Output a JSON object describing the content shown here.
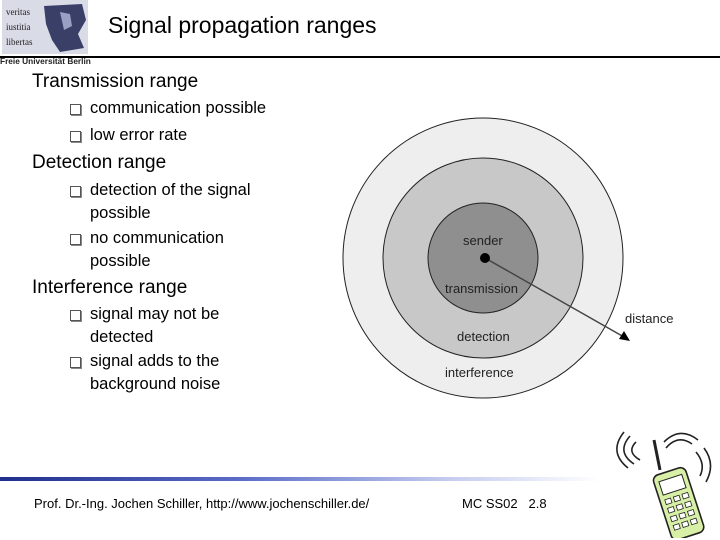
{
  "header": {
    "logo_lines": [
      "veritas",
      "iustitia",
      "libertas"
    ],
    "university": "Freie Universität Berlin",
    "title": "Signal propagation ranges"
  },
  "sections": [
    {
      "heading": "Transmission range",
      "bullets": [
        [
          "communication possible"
        ],
        [
          "low error rate"
        ]
      ]
    },
    {
      "heading": "Detection range",
      "bullets": [
        [
          "detection of the signal",
          "possible"
        ],
        [
          "no communication",
          "possible"
        ]
      ]
    },
    {
      "heading": "Interference range",
      "bullets": [
        [
          "signal may not be",
          "detected"
        ],
        [
          "signal adds to the",
          "background noise"
        ]
      ]
    }
  ],
  "diagram": {
    "labels": {
      "sender": "sender",
      "transmission": "transmission",
      "detection": "detection",
      "interference": "interference",
      "distance": "distance"
    },
    "colors": {
      "interference_ring": "#eeeeee",
      "detection_ring": "#c8c8c8",
      "transmission_ring": "#8f8f8f",
      "sender": "#000000",
      "distance_line": "#444444"
    }
  },
  "footer": {
    "author": "Prof. Dr.-Ing. Jochen Schiller, http://www.jochenschiller.de/",
    "course": "MC SS02",
    "page": "2.8"
  }
}
